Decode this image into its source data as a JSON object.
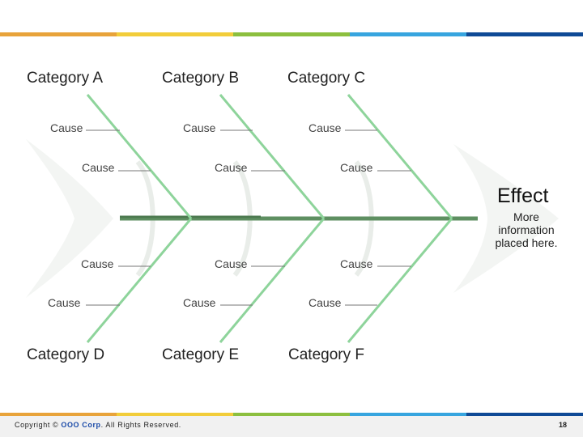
{
  "categories": {
    "a": "Category A",
    "b": "Category B",
    "c": "Category C",
    "d": "Category D",
    "e": "Category E",
    "f": "Category F"
  },
  "cause_label": "Cause",
  "effect": {
    "title": "Effect",
    "description": "More information placed here."
  },
  "footer": {
    "copyright_prefix": "Copyright ©",
    "corp": "OOO Corp",
    "copyright_suffix": ". All Rights Reserved.",
    "page_number": "18"
  },
  "colors": {
    "spine": "#5e8f61",
    "bone": "#8ed49b",
    "fish_bg": "#f3f5f3",
    "stripe": [
      "#e8a33a",
      "#f2cd3a",
      "#8cbf3f",
      "#37a5df",
      "#0f4a96"
    ]
  }
}
